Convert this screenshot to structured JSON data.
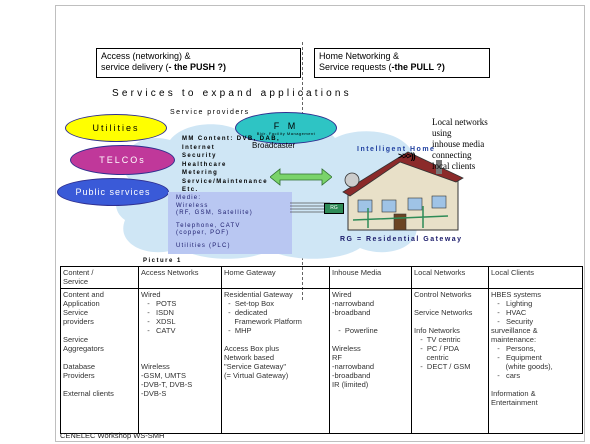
{
  "header": {
    "left_normal": "Access (networking) &\nservice delivery (",
    "left_bold": "- the PUSH ?)",
    "right_normal": "Home Networking &\nService requests (",
    "right_bold": "-the PULL ?)"
  },
  "diagram": {
    "services_title": "Services to expand applications",
    "providers_label": "Service providers",
    "utilities": "Utilities",
    "telcos": "TELCOs",
    "public_services": "Public services",
    "fm": "F M",
    "fm_sub": "Bldr. Facility Management",
    "content_lines": [
      "MM Content: DVB, DAB,",
      "Internet",
      "Security",
      "Healthcare",
      "Metering",
      "Service/Maintenance",
      "Etc."
    ],
    "broadcaster": "Broadcaster",
    "medie_lines_a": [
      "Medie:",
      "Wireless",
      "(RF, GSM, Satellite)"
    ],
    "medie_lines_b": [
      "Telephone, CATV",
      "(copper, POF)"
    ],
    "medie_lines_c": [
      "Utilities (PLC)"
    ],
    "intelligent_home": "Intelligent Home",
    "waves": ">>>))",
    "local_networks_lines": [
      "Local networks",
      "using",
      "inhouse media",
      "connecting",
      "local clients"
    ],
    "rg_small": "RG",
    "rg_label": "RG = Residential Gateway",
    "picture_label": "Picture 1",
    "colors": {
      "utilities": "#ffff00",
      "telcos": "#c0389a",
      "public": "#3a5ad8",
      "fm": "#2ec4c4",
      "cloud": "#cfe6f5"
    }
  },
  "table": {
    "headers": [
      "Content /\nService",
      "Access Networks",
      "Home Gateway",
      "Inhouse Media",
      "Local Networks",
      "Local Clients"
    ],
    "cells": [
      "Content and\nApplication\nService\nproviders\n\nService\nAggregators\n\nDatabase\nProviders\n\nExternal clients",
      "Wired\n   -   POTS\n   -   ISDN\n   -   XDSL\n   -   CATV\n\n\n\nWireless\n-GSM, UMTS\n-DVB-T, DVB-S\n-DVB-S",
      "Residential Gateway\n  -  Set-top Box\n  -  dedicated\n     Framework Platform\n  -  MHP\n\nAccess Box plus\nNetwork based\n\"Service Gateway\"\n(= Virtual Gateway)",
      "Wired\n-narrowband\n-broadband\n\n   -  Powerline\n\nWireless\nRF\n-narrowband\n-broadband\nIR (limited)",
      "Control Networks\n\nService Networks\n\nInfo Networks\n   -  TV centric\n   -  PC / PDA\n      centric\n   -  DECT / GSM",
      "HBES systems\n   -   Lighting\n   -   HVAC\n   -   Security\nsurveillance &\nmaintenance:\n   -   Persons,\n   -   Equipment\n       (white goods),\n   -   cars\n\nInformation &\nEntertainment"
    ]
  },
  "footer": "CENELEC Workshop WS-SMH"
}
